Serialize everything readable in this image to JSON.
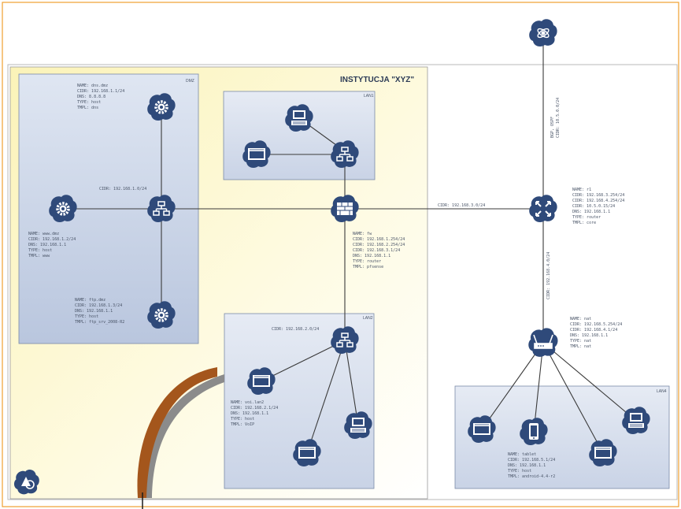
{
  "outer_title": "INSTYTUCJA \"XYZ\"",
  "zones": {
    "dmz": "DMZ",
    "lan1": "LAN1",
    "lan2": "LAN2",
    "lan4": "LAN4"
  },
  "links": {
    "dmz_cidr": "CIDR: 192.168.1.0/24",
    "lan2_cidr": "CIDR: 192.168.2.0/24",
    "fw_r1_cidr": "CIDR: 192.168.3.0/24",
    "internet_r1_a": "BGP, OSPF",
    "internet_r1_b": "CIDR: 10.5.0.0/24",
    "r1_nat_cidr": "CIDR: 192.168.4.0/24"
  },
  "nodes": {
    "dns": [
      "NAME: dns.dmz",
      "CIDR: 192.168.1.1/24",
      "DNS: 8.8.8.8",
      "TYPE: host",
      "TMPL: dns"
    ],
    "www": [
      "NAME: www.dmz",
      "CIDR: 192.168.1.2/24",
      "DNS: 192.168.1.1",
      "TYPE: host",
      "TMPL: www"
    ],
    "ftp": [
      "NAME: ftp.dmz",
      "CIDR: 192.168.1.3/24",
      "DNS: 192.168.1.1",
      "TYPE: host",
      "TMPL: ftp_srv_2008-R2"
    ],
    "fw": [
      "NAME: fw",
      "CIDR: 192.168.1.254/24",
      "CIDR: 192.168.2.254/24",
      "CIDR: 192.168.3.1/24",
      "DNS: 192.168.1.1",
      "TYPE: router",
      "TMPL: pfsense"
    ],
    "voip": [
      "NAME: voi.lan2",
      "CIDR: 192.168.2.1/24",
      "DNS: 192.168.1.1",
      "TYPE: host",
      "TMPL: VoIP"
    ],
    "r1": [
      "NAME: r1",
      "CIDR: 192.168.3.254/24",
      "CIDR: 192.168.4.254/24",
      "CIDR: 10.5.0.15/24",
      "DNS: 192.168.1.1",
      "TYPE: router",
      "TMPL: core"
    ],
    "nat": [
      "NAME: nat",
      "CIDR: 192.168.5.254/24",
      "CIDR: 192.168.4.1/24",
      "DNS: 192.168.1.1",
      "TYPE: nat",
      "TMPL: nat"
    ],
    "tablet": [
      "NAME: tablet",
      "CIDR: 192.168.5.1/24",
      "DNS: 192.168.1.1",
      "TYPE: host",
      "TMPL: android-4.4-r2"
    ]
  },
  "colors": {
    "node": "#2f4a7a",
    "dmz_fill": "#c8d3e6",
    "outer_fill": "#fdf6c8",
    "bracket": "#a4561c"
  },
  "icons": [
    "internet-icon",
    "gear-icon",
    "switch-icon",
    "firewall-icon",
    "router-icon",
    "wifi-router-icon",
    "monitor-icon",
    "workstation-icon",
    "tablet-icon"
  ]
}
